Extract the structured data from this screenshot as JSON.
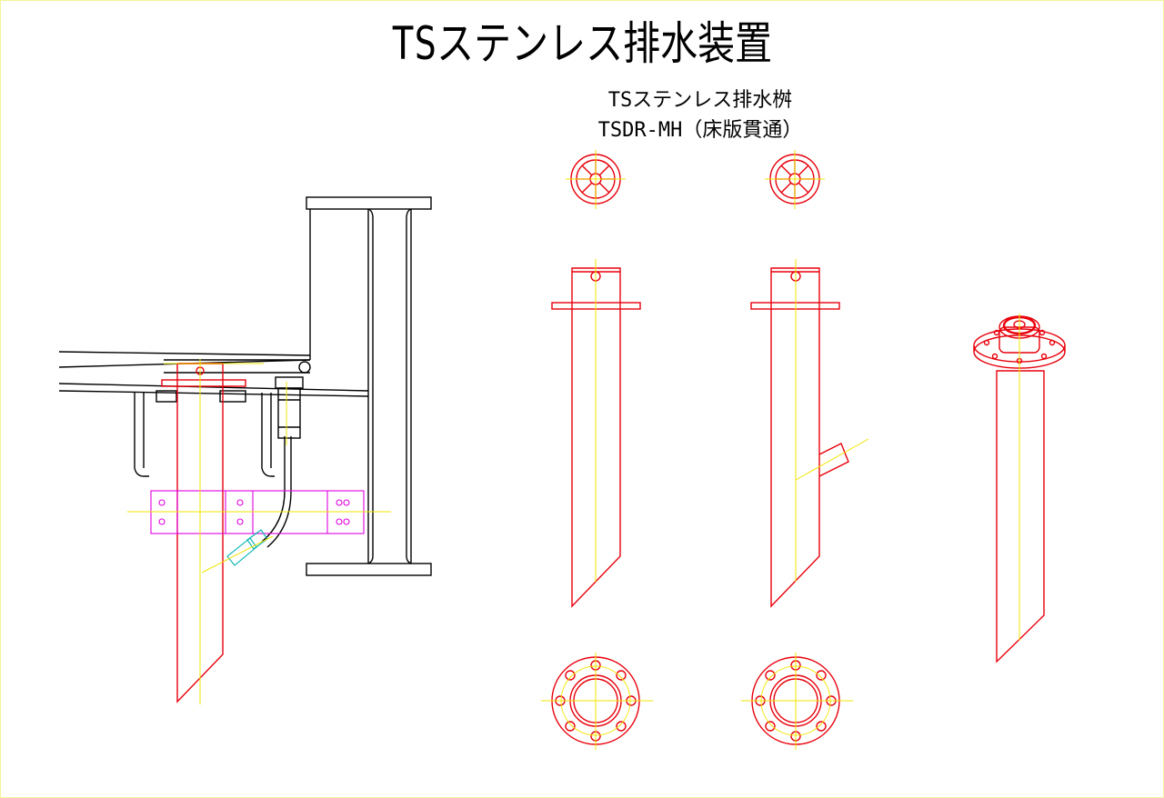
{
  "drawing": {
    "title": "TSステンレス排水装置",
    "subtitle_line1": "TSステンレス排水桝",
    "subtitle_line2": "TSDR-MH（床版貫通）"
  },
  "colors": {
    "outline": "#e8000b",
    "centerline": "#f2e600",
    "structure": "#000000",
    "bracket": "#e000e0",
    "coupler": "#00b0b0"
  }
}
